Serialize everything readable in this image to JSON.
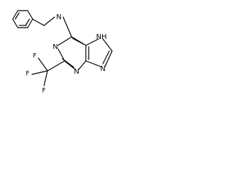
{
  "molecule": {
    "atoms": {
      "nh_label": "NH",
      "n_label": "N",
      "f_label": "F"
    }
  }
}
